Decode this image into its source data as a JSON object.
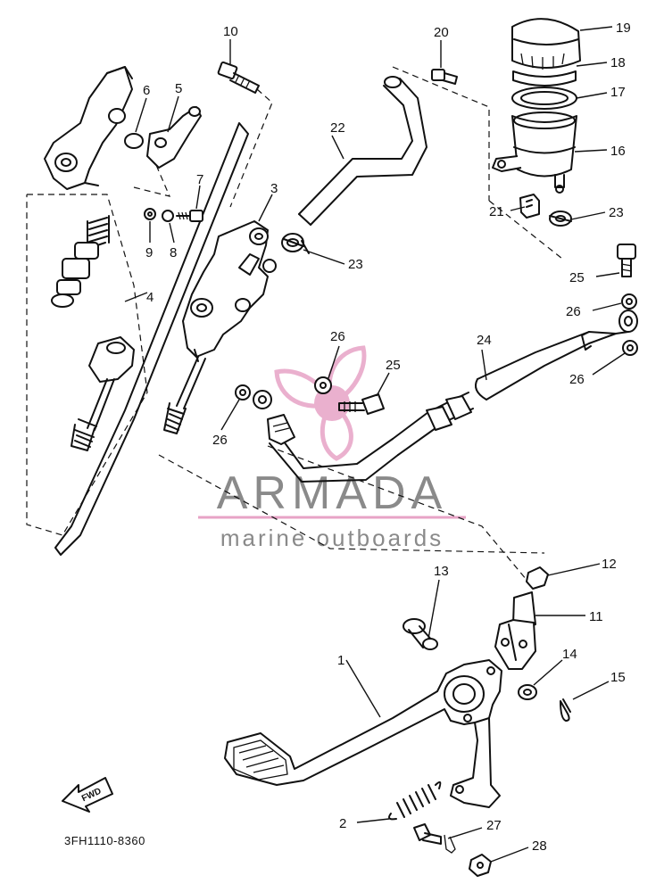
{
  "diagram": {
    "drawing_code": "3FH1110-8360",
    "front_arrow_label": "FWD",
    "part_numbers": [
      "1",
      "2",
      "3",
      "4",
      "5",
      "6",
      "7",
      "8",
      "9",
      "10",
      "11",
      "12",
      "13",
      "14",
      "15",
      "16",
      "17",
      "18",
      "19",
      "20",
      "21",
      "22",
      "23",
      "23",
      "24",
      "25",
      "25",
      "26",
      "26",
      "26",
      "26",
      "27",
      "28"
    ]
  },
  "watermark": {
    "brand": "ARMADA",
    "tagline": "marine outboards",
    "colors": {
      "pink": "#e7a3c6",
      "gray": "#8a8a8a"
    }
  }
}
